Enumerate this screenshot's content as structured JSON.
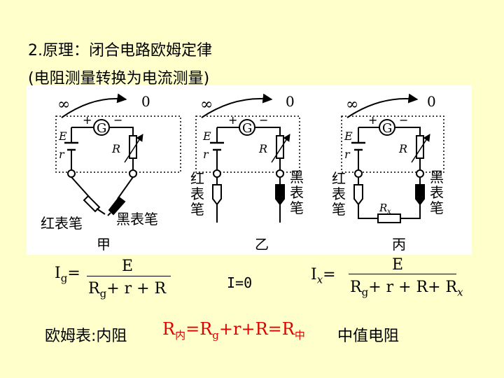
{
  "heading": {
    "line1": "2.原理：闭合电路欧姆定律",
    "line2": "(电阻测量转换为电流测量)"
  },
  "figure": {
    "scale_left": "∞",
    "scale_right": "0",
    "meter": "G",
    "plus": "+",
    "minus": "−",
    "emf": "E",
    "internal": "r",
    "rheostat": "R",
    "red_probe": "红表笔",
    "black_probe": "黑表笔",
    "red_chars": [
      "红",
      "表",
      "笔"
    ],
    "black_chars": [
      "黑",
      "表",
      "笔"
    ],
    "rx_main": "R",
    "rx_sub": "x",
    "label_a": "甲",
    "label_b": "乙",
    "label_c": "丙"
  },
  "formulas": {
    "ig_main": "I",
    "ig_sub": "g",
    "eq": "=",
    "numerator": "E",
    "den_a": "R",
    "den_a_sub": "g",
    "den_rest": "+ r + R",
    "zero_current": "I=0",
    "ix_main": "I",
    "ix_sub": "x",
    "den_c_extra": "+ R",
    "den_c_extra_sub": "x"
  },
  "bottom": {
    "label": "欧姆表:内阻",
    "r_main": "R",
    "r_sub": "内",
    "mid": "=R",
    "mid_sub": "g",
    "rest": "+r+R=R",
    "end_sub": "中",
    "desc": "中值电阻"
  }
}
